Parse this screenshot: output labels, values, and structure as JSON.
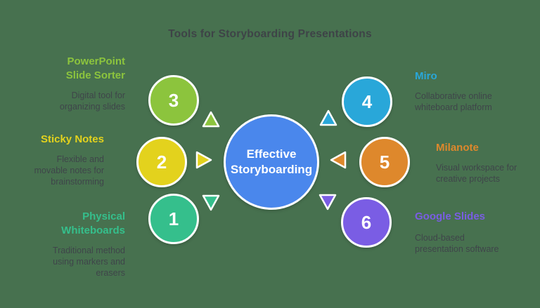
{
  "title": "Tools for Storyboarding Presentations",
  "center": {
    "label": "Effective Storyboarding",
    "color": "#4A87EC"
  },
  "colors": {
    "background": "#47714F",
    "text": "#3F454A",
    "title_text": "#3E4347"
  },
  "items": [
    {
      "number": "1",
      "name": "Physical Whiteboards",
      "description": "Traditional method using markers and erasers",
      "color": "#35BF8C",
      "arrow_direction": "down"
    },
    {
      "number": "2",
      "name": "Sticky Notes",
      "description": "Flexible and movable notes for brainstorming",
      "color": "#E3D21D",
      "arrow_direction": "right"
    },
    {
      "number": "3",
      "name": "PowerPoint Slide Sorter",
      "description": "Digital tool for organizing slides",
      "color": "#8CC43D",
      "arrow_direction": "up"
    },
    {
      "number": "4",
      "name": "Miro",
      "description": "Collaborative online whiteboard platform",
      "color": "#29A7D9",
      "arrow_direction": "up"
    },
    {
      "number": "5",
      "name": "Milanote",
      "description": "Visual workspace for creative projects",
      "color": "#DE882C",
      "arrow_direction": "left"
    },
    {
      "number": "6",
      "name": "Google Slides",
      "description": "Cloud-based presentation software",
      "color": "#7A5DE4",
      "arrow_direction": "down"
    }
  ]
}
